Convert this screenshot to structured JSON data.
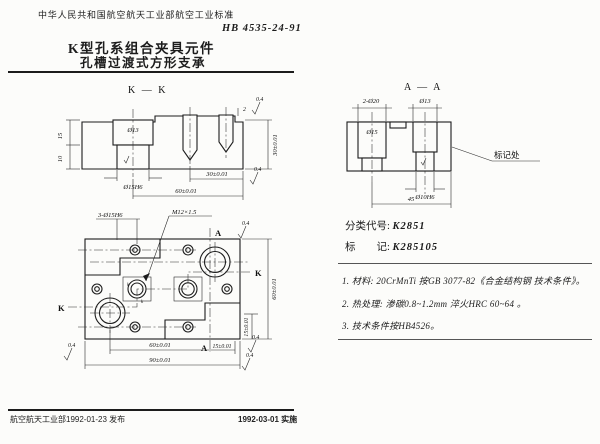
{
  "header": {
    "org": "中华人民共和国航空航天工业部航空工业标准",
    "standard_no": "HB 4535-24-91",
    "title_line1": "K型孔系组合夹具元件",
    "title_line2": "孔槽过渡式方形支承"
  },
  "views": {
    "kk": {
      "label": "K — K",
      "dia_top": "Ø13",
      "dia_bottom": "Ø15H6",
      "depth_top": "15",
      "depth_bottom": "10",
      "height": "30±0.01",
      "dim30": "30±0.01",
      "dim60": "60±0.01",
      "step": "2"
    },
    "aa": {
      "label": "A — A",
      "cbore": "2-Ø20",
      "dia_right": "Ø13",
      "dia_inner": "Ø15",
      "dia_bottom": "Ø10H6",
      "width45": "45",
      "marking_note": "标记处"
    },
    "plan": {
      "holes_label": "3-Ø15H6",
      "thread_label": "M12×1.5",
      "sec_a": "A",
      "sec_k": "K",
      "sec_k_small": "k",
      "dim_b60": "60±0.01",
      "dim_b15": "15±0.01",
      "dim_b90": "90±0.01",
      "dim_r60": "60±0.01",
      "dim_r15": "15±0.01"
    },
    "roughness": "0.4"
  },
  "info": {
    "class_code_label": "分类代号:",
    "class_code": "K2851",
    "marking_label": "标　　记:",
    "marking": "K285105"
  },
  "notes": {
    "n1": "1. 材料: 20CrMnTi 按GB 3077-82《合金结构钢 技术条件》。",
    "n2": "2. 热处理: 渗碳0.8~1.2mm  淬火HRC 60~64 。",
    "n3": "3. 技术条件按HB4526。"
  },
  "footer": {
    "issue": "航空航天工业部1992-01-23 发布",
    "implement": "1992-03-01 实施"
  }
}
